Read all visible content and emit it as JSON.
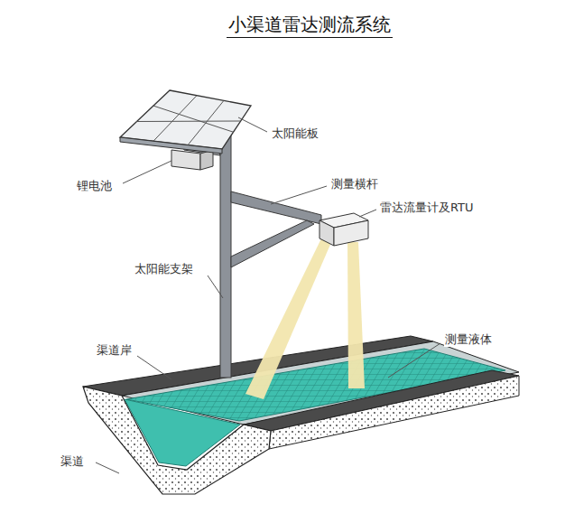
{
  "diagram": {
    "title": "小渠道雷达测流系统",
    "labels": [
      "太阳能板",
      "锂电池",
      "测量横杆",
      "雷达流量计及RTU",
      "太阳能支架",
      "渠道岸",
      "测量液体",
      "渠道"
    ]
  }
}
